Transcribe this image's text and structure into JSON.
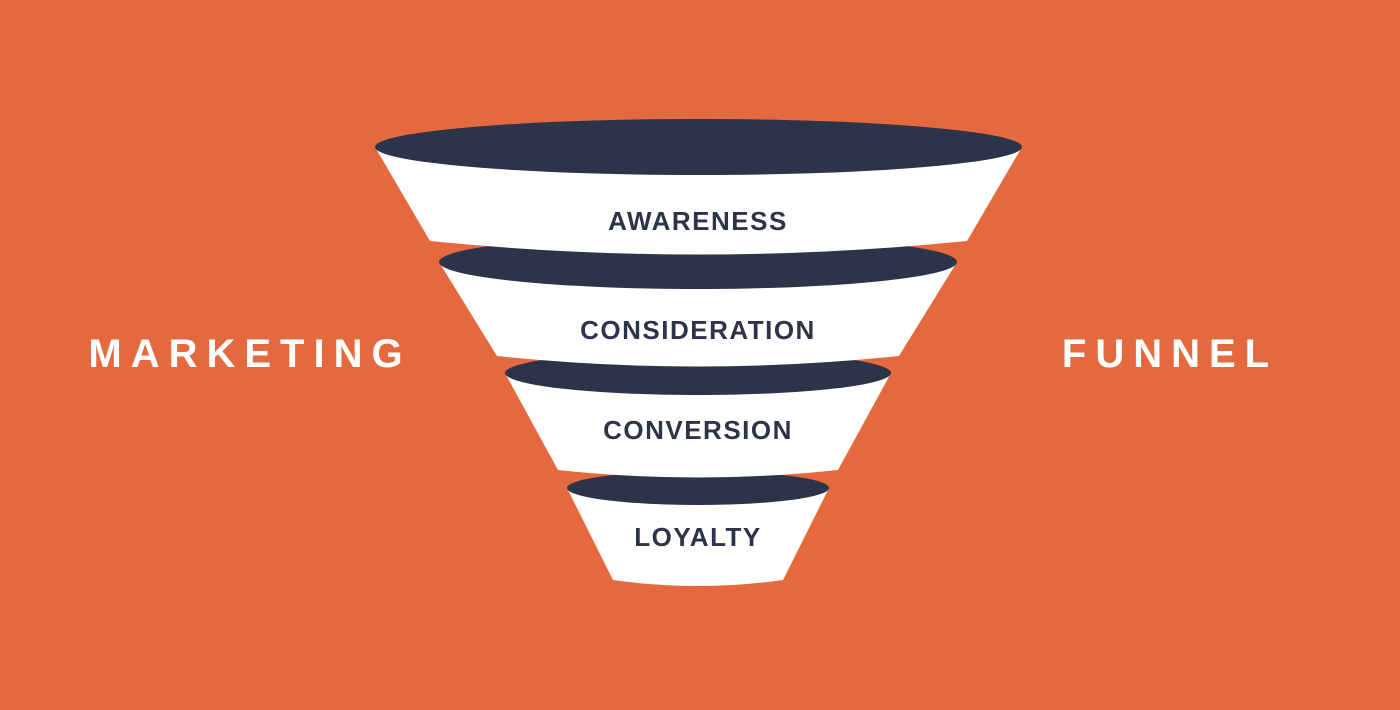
{
  "page": {
    "background_color": "#E4693E"
  },
  "title": {
    "left": "MARKETING",
    "right": "FUNNEL",
    "color": "#FFFFFF"
  },
  "funnel": {
    "dark_color": "#2C3449",
    "light_color": "#FFFFFF",
    "stages": [
      {
        "label": "AWARENESS"
      },
      {
        "label": "CONSIDERATION"
      },
      {
        "label": "CONVERSION"
      },
      {
        "label": "LOYALTY"
      }
    ]
  },
  "chart_data": {
    "type": "funnel",
    "title": "MARKETING FUNNEL",
    "stages": [
      "AWARENESS",
      "CONSIDERATION",
      "CONVERSION",
      "LOYALTY"
    ],
    "orientation": "top-wide-to-bottom-narrow",
    "segment_count": 4
  }
}
